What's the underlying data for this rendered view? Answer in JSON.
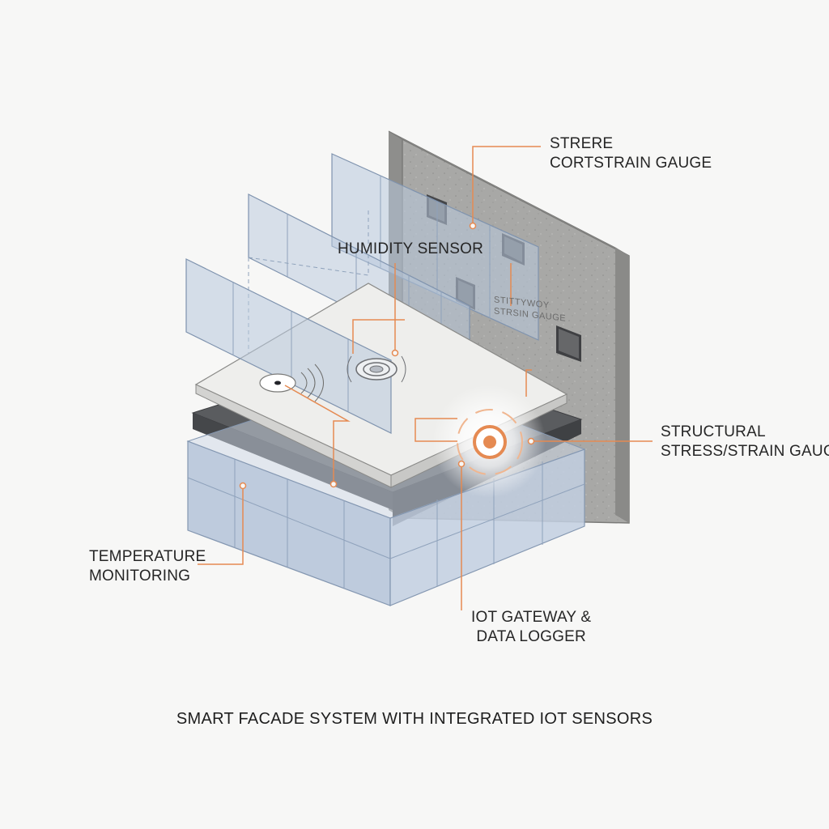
{
  "labels": {
    "corner_strain_gauge": [
      "STRERE",
      "CORTSTRAIN GAUGE"
    ],
    "humidity_sensor": "HUMIDITY SENSOR",
    "panel_text": [
      "STITTYWOY",
      "STRSIN GAUGE"
    ],
    "structural_gauge": [
      "STRUCTURAL",
      "STRESS/STRAIN GAUGE"
    ],
    "temperature": [
      "TEMPERATURE",
      "MONITORING"
    ],
    "iot_gateway": [
      "IOT GATEWAY &",
      "DATA LOGGER"
    ]
  },
  "caption": "SMART FACADE SYSTEM WITH INTEGRATED IOT SENSORS",
  "colors": {
    "leader": "#e58a52",
    "glass_fill": "#b8c8dc",
    "glass_stroke": "#7f93ae",
    "concrete": "#a9a9a7",
    "dark_layer": "#5a5c5f",
    "slab_top": "#eeeeec"
  }
}
